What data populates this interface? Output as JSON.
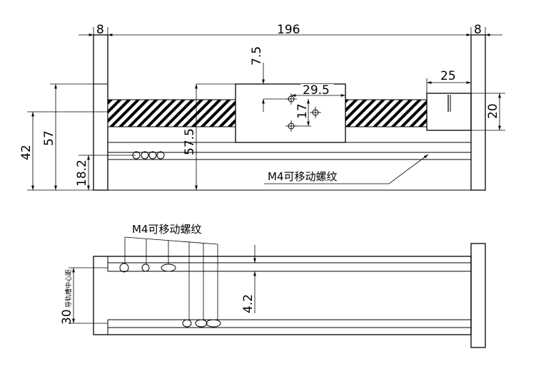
{
  "top_view": {
    "dims": {
      "left_flange": "8",
      "overall_length": "196",
      "right_flange": "8",
      "slider_offset": "7.5",
      "hole_spacing_h": "29.5",
      "hole_spacing_v": "17",
      "motor_width": "25",
      "motor_height": "20",
      "total_height": "42",
      "slider_height": "57",
      "screw_height": "57.5",
      "base_height": "18.2"
    },
    "label": "M4可移动螺纹"
  },
  "bottom_view": {
    "label": "M4可移动螺纹",
    "dims": {
      "rail_spacing": "30",
      "rail_spacing_note": "导轨槽中心距",
      "groove_offset": "4.2"
    }
  }
}
